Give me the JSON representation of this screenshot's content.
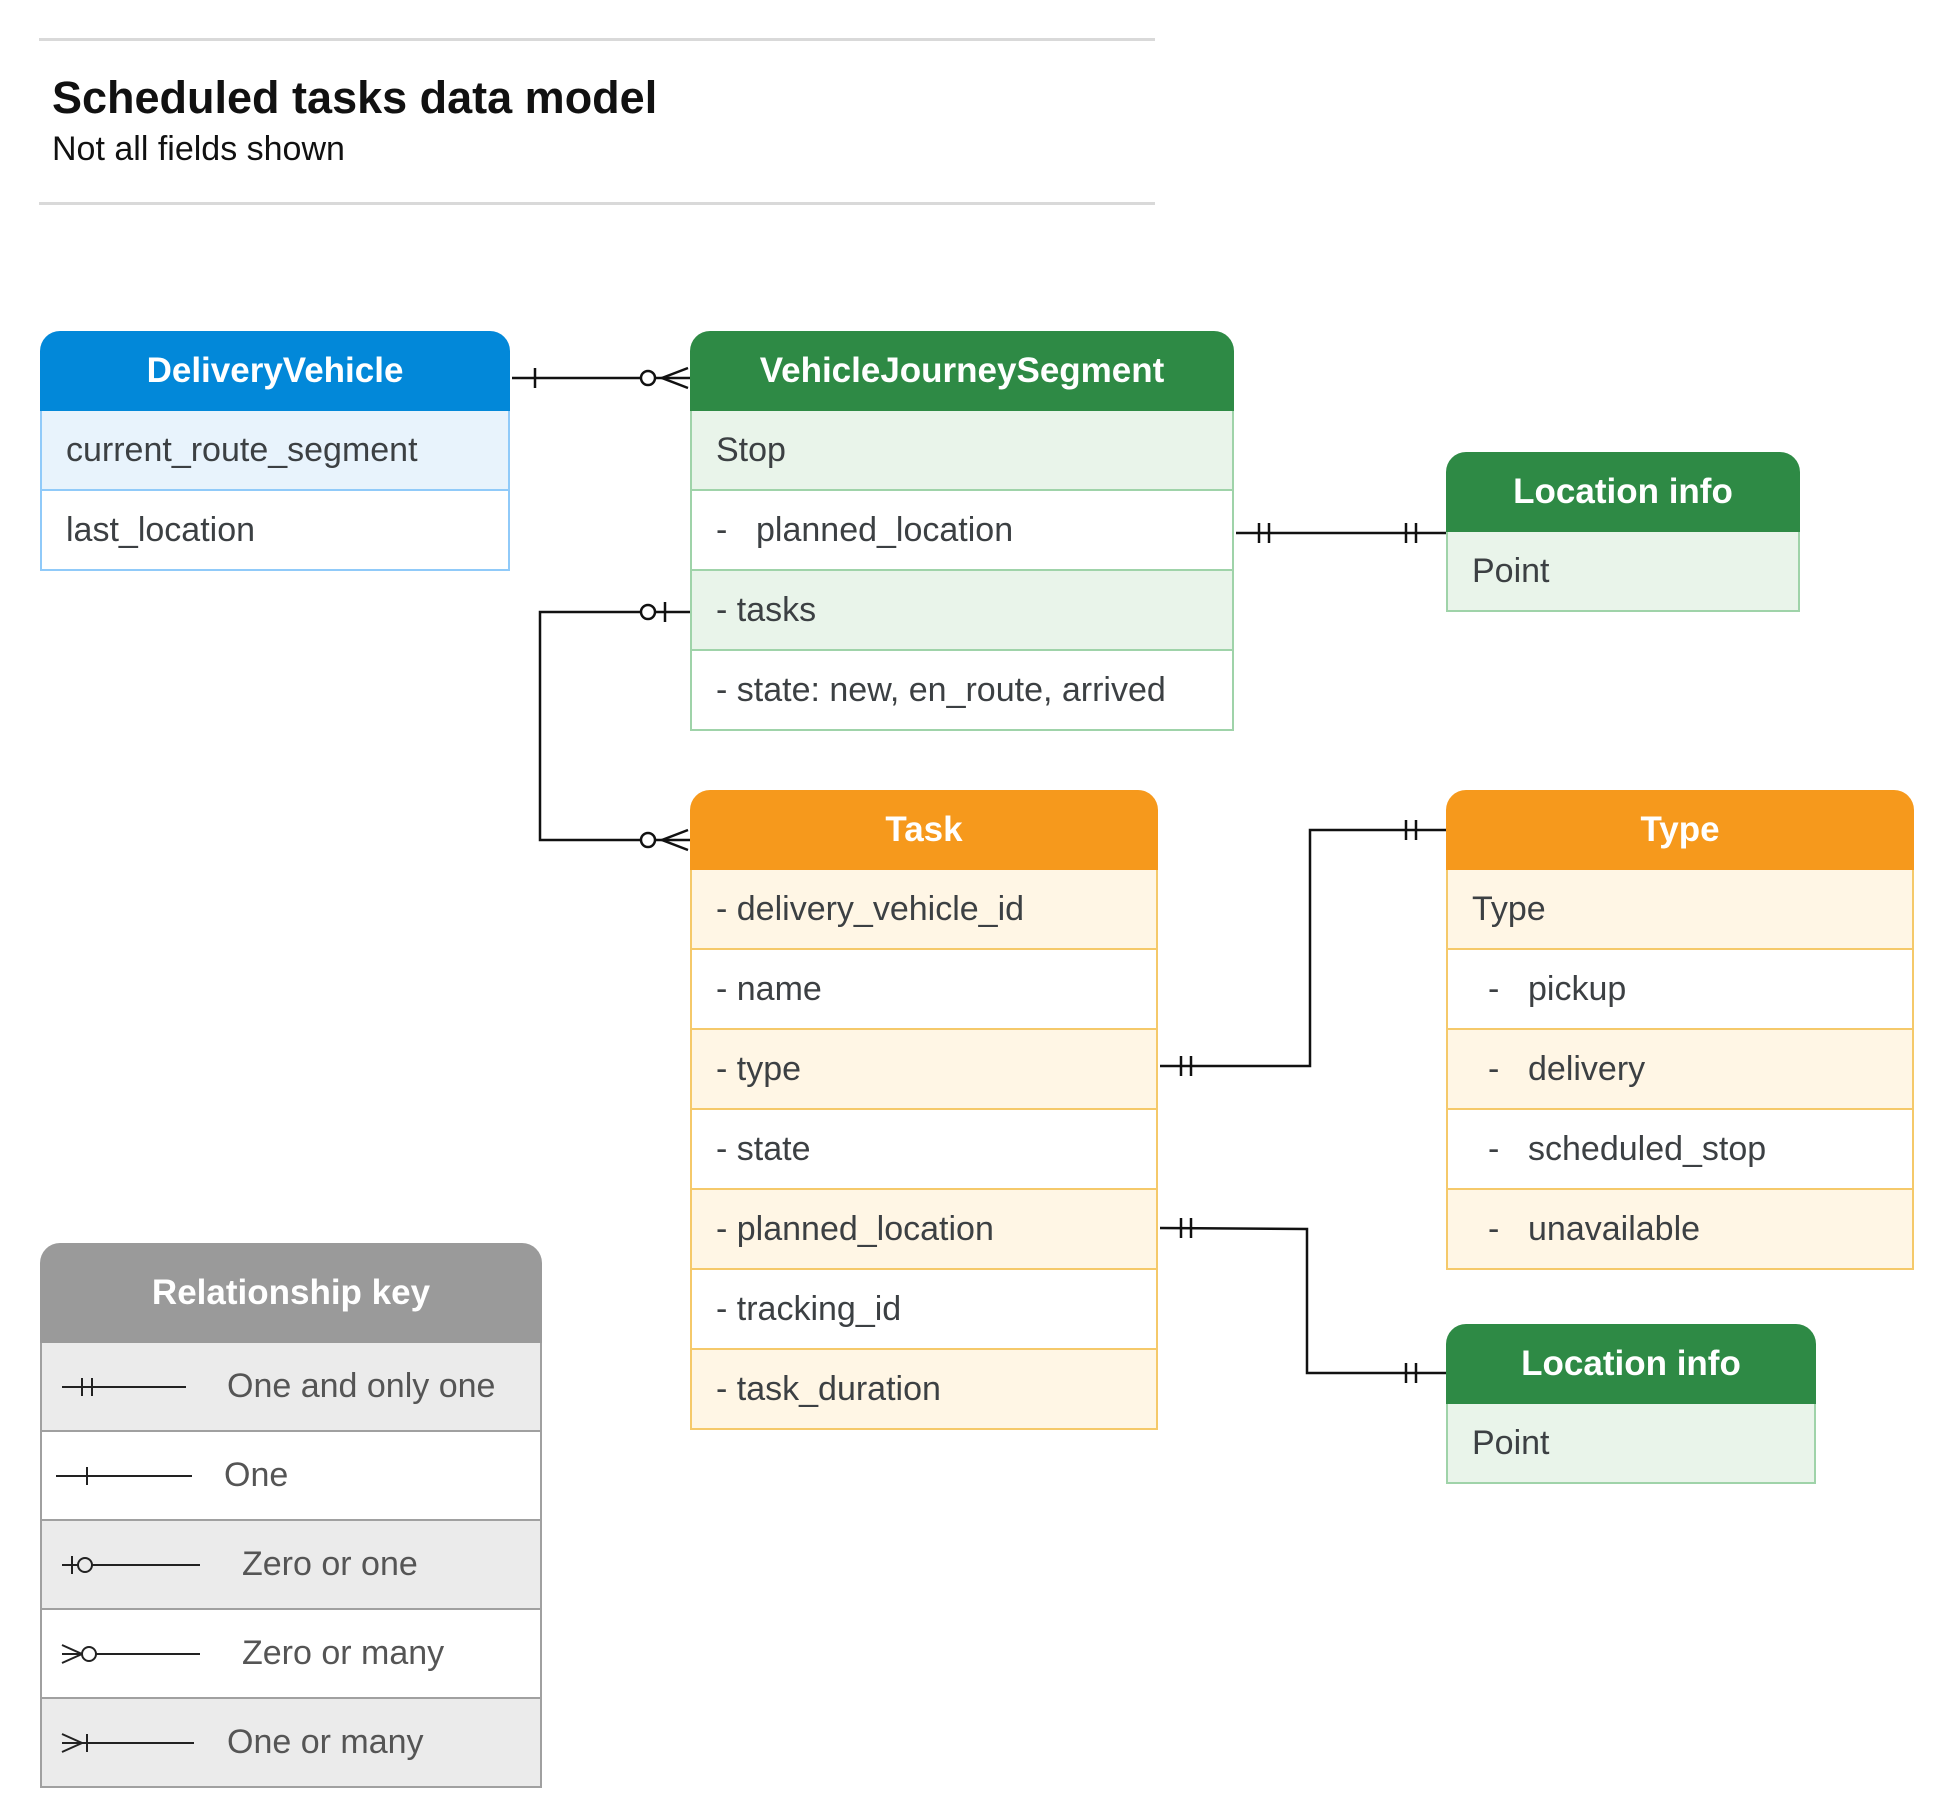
{
  "header": {
    "title": "Scheduled tasks data model",
    "subtitle": "Not all fields shown"
  },
  "entities": {
    "delivery_vehicle": {
      "title": "DeliveryVehicle",
      "rows": [
        "current_route_segment",
        "last_location"
      ]
    },
    "vehicle_journey_segment": {
      "title": "VehicleJourneySegment",
      "rows": [
        "Stop",
        "planned_location",
        "- tasks",
        "- state: new, en_route, arrived"
      ]
    },
    "location_info_top": {
      "title": "Location info",
      "rows": [
        "Point"
      ]
    },
    "task": {
      "title": "Task",
      "rows": [
        "- delivery_vehicle_id",
        "- name",
        "- type",
        "- state",
        "- planned_location",
        "- tracking_id",
        "- task_duration"
      ]
    },
    "type": {
      "title": "Type",
      "rows": [
        "Type",
        "pickup",
        "delivery",
        "scheduled_stop",
        "unavailable"
      ]
    },
    "location_info_bottom": {
      "title": "Location info",
      "rows": [
        "Point"
      ]
    }
  },
  "relationship_key": {
    "title": "Relationship key",
    "items": [
      {
        "symbol": "one-and-only-one",
        "label": "One and only one"
      },
      {
        "symbol": "one",
        "label": "One"
      },
      {
        "symbol": "zero-or-one",
        "label": "Zero or one"
      },
      {
        "symbol": "zero-or-many",
        "label": "Zero or many"
      },
      {
        "symbol": "one-or-many",
        "label": "One or many"
      }
    ]
  },
  "colors": {
    "blue": "#0288d9",
    "green": "#2e8a45",
    "orange": "#f6991c",
    "gray": "#9a9a9a"
  }
}
